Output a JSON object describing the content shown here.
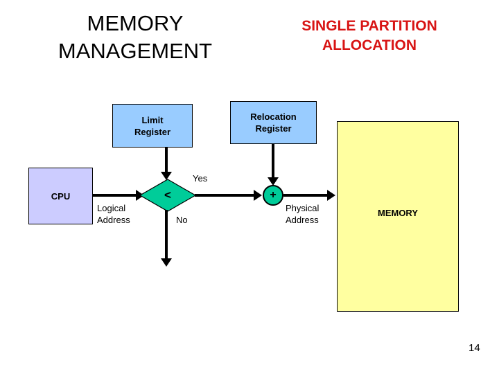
{
  "slide": {
    "title_left": "MEMORY\nMANAGEMENT",
    "title_right": "SINGLE PARTITION\nALLOCATION",
    "page_number": "14"
  },
  "colors": {
    "title_right": "#d81414",
    "cpu_fill": "#ccccff",
    "register_fill": "#99ccff",
    "memory_fill": "#ffffa0",
    "decision_fill": "#00cc99",
    "adder_fill": "#00cc99",
    "stroke": "#000000"
  },
  "diagram": {
    "nodes": {
      "cpu": {
        "label": "CPU"
      },
      "limit_register": {
        "label": "Limit\nRegister"
      },
      "relocation_register": {
        "label": "Relocation\nRegister"
      },
      "decision": {
        "label": "<"
      },
      "adder": {
        "label": "+"
      },
      "memory": {
        "label": "MEMORY"
      }
    },
    "edges": {
      "logical_address": {
        "label": "Logical\nAddress"
      },
      "yes": {
        "label": "Yes"
      },
      "no": {
        "label": "No"
      },
      "physical_address": {
        "label": "Physical\nAddress"
      }
    }
  }
}
